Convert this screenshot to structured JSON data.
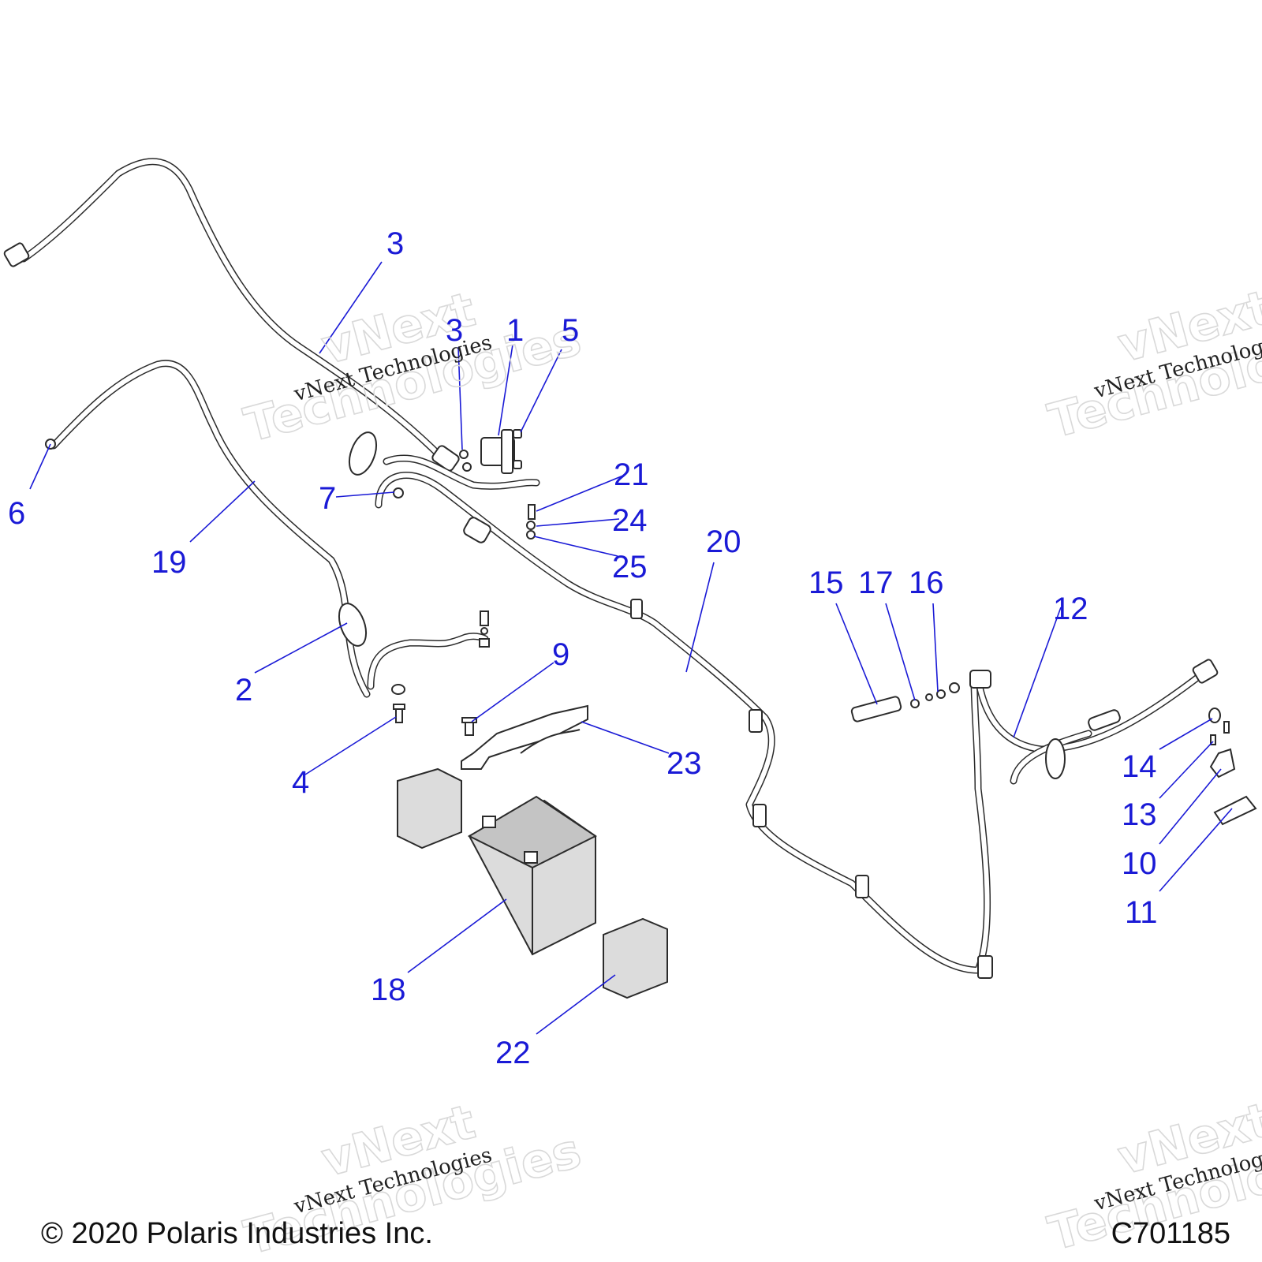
{
  "diagram": {
    "callouts": [
      {
        "id": "c1",
        "text": "1"
      },
      {
        "id": "c2",
        "text": "2"
      },
      {
        "id": "c3a",
        "text": "3"
      },
      {
        "id": "c3b",
        "text": "3"
      },
      {
        "id": "c4",
        "text": "4"
      },
      {
        "id": "c5",
        "text": "5"
      },
      {
        "id": "c6",
        "text": "6"
      },
      {
        "id": "c7",
        "text": "7"
      },
      {
        "id": "c9",
        "text": "9"
      },
      {
        "id": "c10",
        "text": "10"
      },
      {
        "id": "c11",
        "text": "11"
      },
      {
        "id": "c12",
        "text": "12"
      },
      {
        "id": "c13",
        "text": "13"
      },
      {
        "id": "c14",
        "text": "14"
      },
      {
        "id": "c15",
        "text": "15"
      },
      {
        "id": "c16",
        "text": "16"
      },
      {
        "id": "c17",
        "text": "17"
      },
      {
        "id": "c18",
        "text": "18"
      },
      {
        "id": "c19",
        "text": "19"
      },
      {
        "id": "c20",
        "text": "20"
      },
      {
        "id": "c21",
        "text": "21"
      },
      {
        "id": "c22",
        "text": "22"
      },
      {
        "id": "c23",
        "text": "23"
      },
      {
        "id": "c24",
        "text": "24"
      },
      {
        "id": "c25",
        "text": "25"
      }
    ],
    "callout_color": "#1a1ad6",
    "line_color": "#2b2b2b"
  },
  "watermark": {
    "big_line1": "vNext",
    "big_line2": "Technologies",
    "small": "vNext Technologies"
  },
  "footer": {
    "copyright": "© 2020 Polaris Industries Inc.",
    "figure_id": "C701185"
  }
}
